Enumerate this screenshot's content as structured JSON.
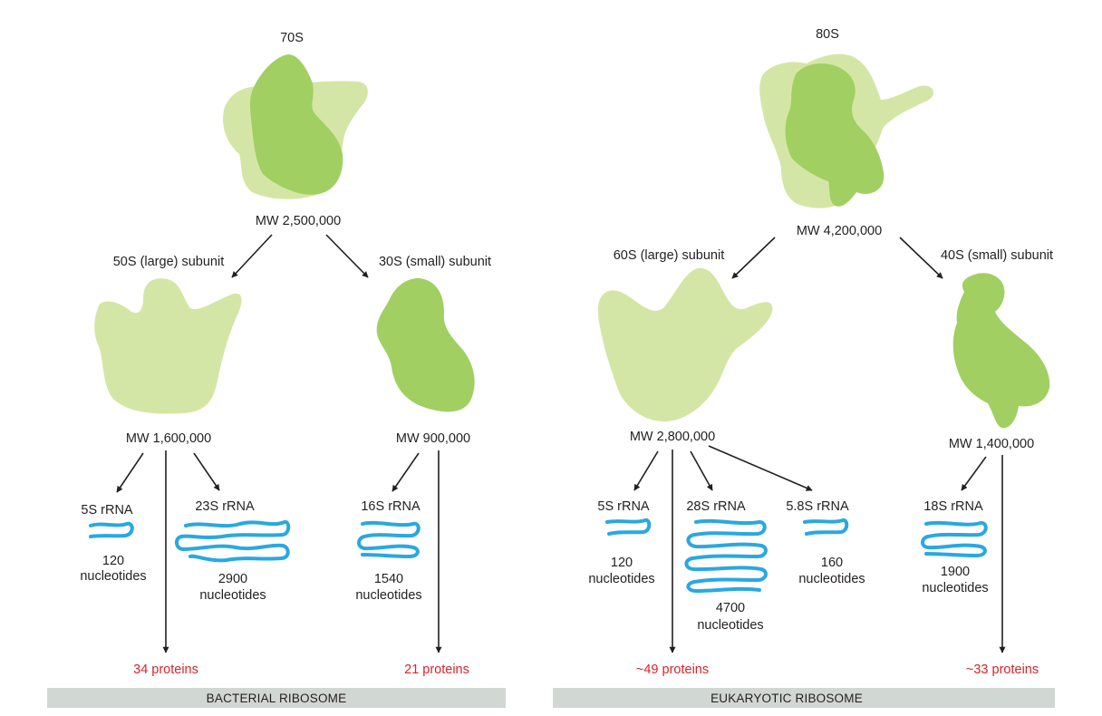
{
  "bacterial": {
    "ribosome_label": "70S",
    "ribosome_mw": "MW 2,500,000",
    "large": {
      "label": "50S (large) subunit",
      "mw": "MW 1,600,000",
      "rrnas": [
        {
          "name": "5S rRNA",
          "count": "120",
          "unit": "nucleotides"
        },
        {
          "name": "23S rRNA",
          "count": "2900",
          "unit": "nucleotides"
        }
      ],
      "proteins": "34 proteins"
    },
    "small": {
      "label": "30S  (small) subunit",
      "mw": "MW 900,000",
      "rrnas": [
        {
          "name": "16S rRNA",
          "count": "1540",
          "unit": "nucleotides"
        }
      ],
      "proteins": "21 proteins"
    },
    "banner": "BACTERIAL RIBOSOME"
  },
  "eukaryotic": {
    "ribosome_label": "80S",
    "ribosome_mw": "MW 4,200,000",
    "large": {
      "label": "60S  (large) subunit",
      "mw": "MW 2,800,000",
      "rrnas": [
        {
          "name": "5S rRNA",
          "count": "120",
          "unit": "nucleotides"
        },
        {
          "name": "28S rRNA",
          "count": "4700",
          "unit": "nucleotides"
        },
        {
          "name": "5.8S rRNA",
          "count": "160",
          "unit": "nucleotides"
        }
      ],
      "proteins": "~49 proteins"
    },
    "small": {
      "label": "40S (small) subunit",
      "mw": "MW 1,400,000",
      "rrnas": [
        {
          "name": "18S rRNA",
          "count": "1900",
          "unit": "nucleotides"
        }
      ],
      "proteins": "~33 proteins"
    },
    "banner": "EUKARYOTIC RIBOSOME"
  },
  "colors": {
    "large_subunit": "#d4e6a5",
    "small_subunit": "#a1cf62",
    "rrna": "#2aa8df",
    "protein_text": "#d8242a",
    "banner": "#d1d7d3"
  }
}
